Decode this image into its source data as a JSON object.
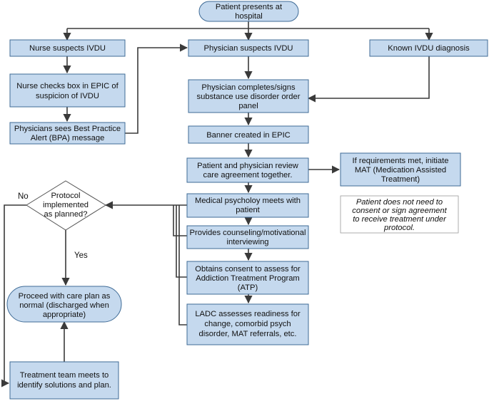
{
  "nodes": {
    "patient_presents": [
      "Patient presents at",
      "hospital"
    ],
    "nurse_suspects": [
      "Nurse suspects IVDU"
    ],
    "physician_suspects": [
      "Physician suspects IVDU"
    ],
    "known_diagnosis": [
      "Known IVDU diagnosis"
    ],
    "nurse_checks": [
      "Nurse checks box in EPIC of",
      "suspicion of IVDU"
    ],
    "physician_completes": [
      "Physician completes/signs",
      "substance use disorder order",
      "panel"
    ],
    "bpa": [
      "Physicians sees Best Practice",
      "Alert (BPA) message"
    ],
    "banner": [
      "Banner created in EPIC"
    ],
    "care_agreement": [
      "Patient and physician review",
      "care agreement together."
    ],
    "mat": [
      "If requirements met, initiate",
      "MAT (Medication Assisted",
      "Treatment)"
    ],
    "note": [
      "Patient does not need to",
      "consent or sign agreement",
      "to receive treatment under",
      "protocol."
    ],
    "psychology": [
      "Medical psycholoy meets with",
      "patient"
    ],
    "counseling": [
      "Provides counseling/motivational",
      "interviewing"
    ],
    "consent": [
      "Obtains consent to assess for",
      "Addiction Treatment Program",
      "(ATP)"
    ],
    "ladc": [
      "LADC assesses readiness for",
      "change, comorbid psych",
      "disorder, MAT referrals, etc."
    ],
    "decision": [
      "Protocol",
      "implemented",
      "as planned?"
    ],
    "proceed": [
      "Proceed with care plan as",
      "normal (discharged when",
      "appropriate)"
    ],
    "team": [
      "Treatment team meets to",
      "identify solutions and plan."
    ]
  },
  "labels": {
    "no": "No",
    "yes": "Yes"
  },
  "colors": {
    "box_fill": "#c5d9ee",
    "box_border": "#3f6b96",
    "connector": "#3a3a3a"
  }
}
